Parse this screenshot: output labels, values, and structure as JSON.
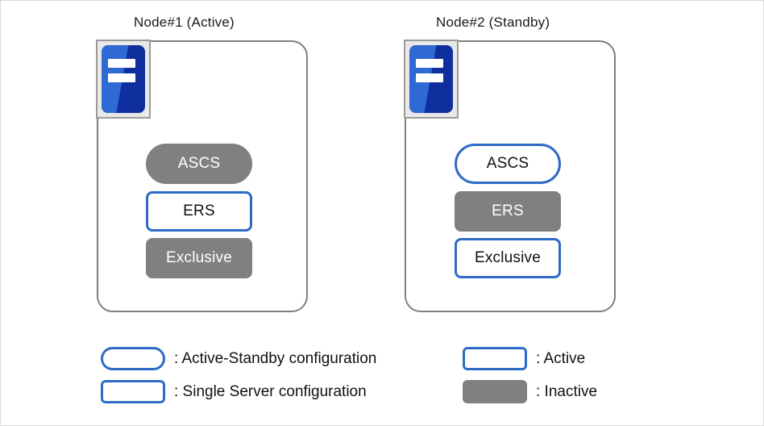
{
  "nodes": [
    {
      "title": "Node#1 (Active)",
      "icon": "server-icon",
      "services": [
        {
          "label": "ASCS",
          "shape": "pill",
          "state": "inactive"
        },
        {
          "label": "ERS",
          "shape": "rect",
          "state": "active"
        },
        {
          "label": "Exclusive",
          "shape": "rect",
          "state": "inactive"
        }
      ]
    },
    {
      "title": "Node#2 (Standby)",
      "icon": "server-icon",
      "services": [
        {
          "label": "ASCS",
          "shape": "pill",
          "state": "active"
        },
        {
          "label": "ERS",
          "shape": "rect",
          "state": "inactive"
        },
        {
          "label": "Exclusive",
          "shape": "rect",
          "state": "active"
        }
      ]
    }
  ],
  "legend": {
    "left": [
      {
        "shape": "pill",
        "style": "outline",
        "label": ": Active-Standby configuration"
      },
      {
        "shape": "rect",
        "style": "outline",
        "label": ": Single Server configuration"
      }
    ],
    "right": [
      {
        "shape": "rect",
        "style": "outline",
        "label": ": Active"
      },
      {
        "shape": "rect",
        "style": "filled",
        "label": ": Inactive"
      }
    ]
  },
  "colors": {
    "active_border": "#2e6bc6",
    "inactive_fill": "#808080",
    "node_border": "#808080",
    "icon_blue_dark": "#0f2f9e",
    "icon_blue_light": "#2f6ad4"
  }
}
